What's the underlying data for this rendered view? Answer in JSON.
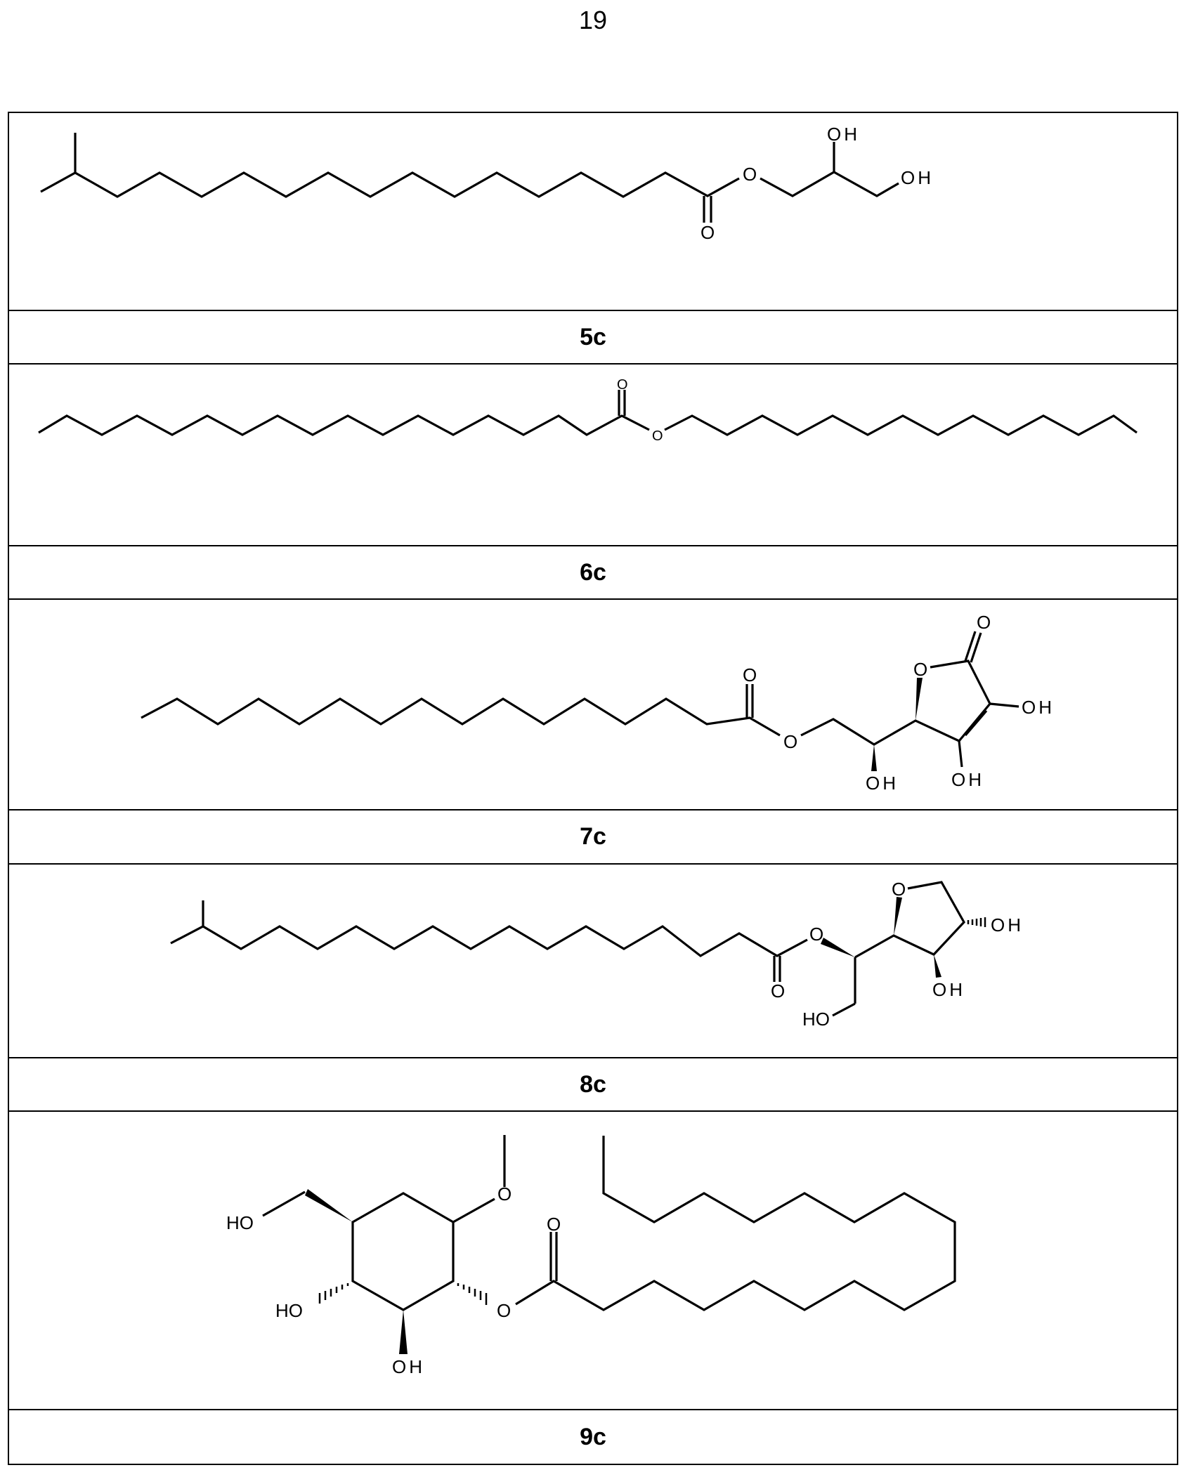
{
  "page": {
    "number": "19"
  },
  "compounds": [
    {
      "id": "5c",
      "label": "5c",
      "description": "isostearic acid monoglyceride (2,3-dihydroxypropyl 16-methylheptadecanoate)",
      "atom_labels": {
        "ester_O": "O",
        "carbonyl_O": "O",
        "oh1": "OH",
        "oh2": "OH"
      }
    },
    {
      "id": "6c",
      "label": "6c",
      "description": "long-chain alkyl ester (tetradecyl stearate-type wax ester)",
      "atom_labels": {
        "ester_O": "O",
        "carbonyl_O": "O"
      }
    },
    {
      "id": "7c",
      "label": "7c",
      "description": "ascorbyl palmitate-type ester",
      "atom_labels": {
        "ester_O": "O",
        "carbonyl_O": "O",
        "ring_O": "O",
        "lactone_O": "O",
        "oh_side": "OH",
        "oh_enol1": "OH",
        "oh_enol2": "OH"
      }
    },
    {
      "id": "8c",
      "label": "8c",
      "description": "sorbitan isostearate-type ester",
      "atom_labels": {
        "ester_O": "O",
        "carbonyl_O": "O",
        "ring_O": "O",
        "oh_hash": "OH",
        "oh_wedge": "OH",
        "oh_ch2": "HO"
      }
    },
    {
      "id": "9c",
      "label": "9c",
      "description": "methoxy-cyclohexane triol ester with long folded alkyl chain",
      "atom_labels": {
        "ch2oh": "HO",
        "oh_hash": "HO",
        "oh_wedge": "OH",
        "ome_O": "O",
        "ester_O": "O",
        "carbonyl_O": "O"
      }
    }
  ]
}
